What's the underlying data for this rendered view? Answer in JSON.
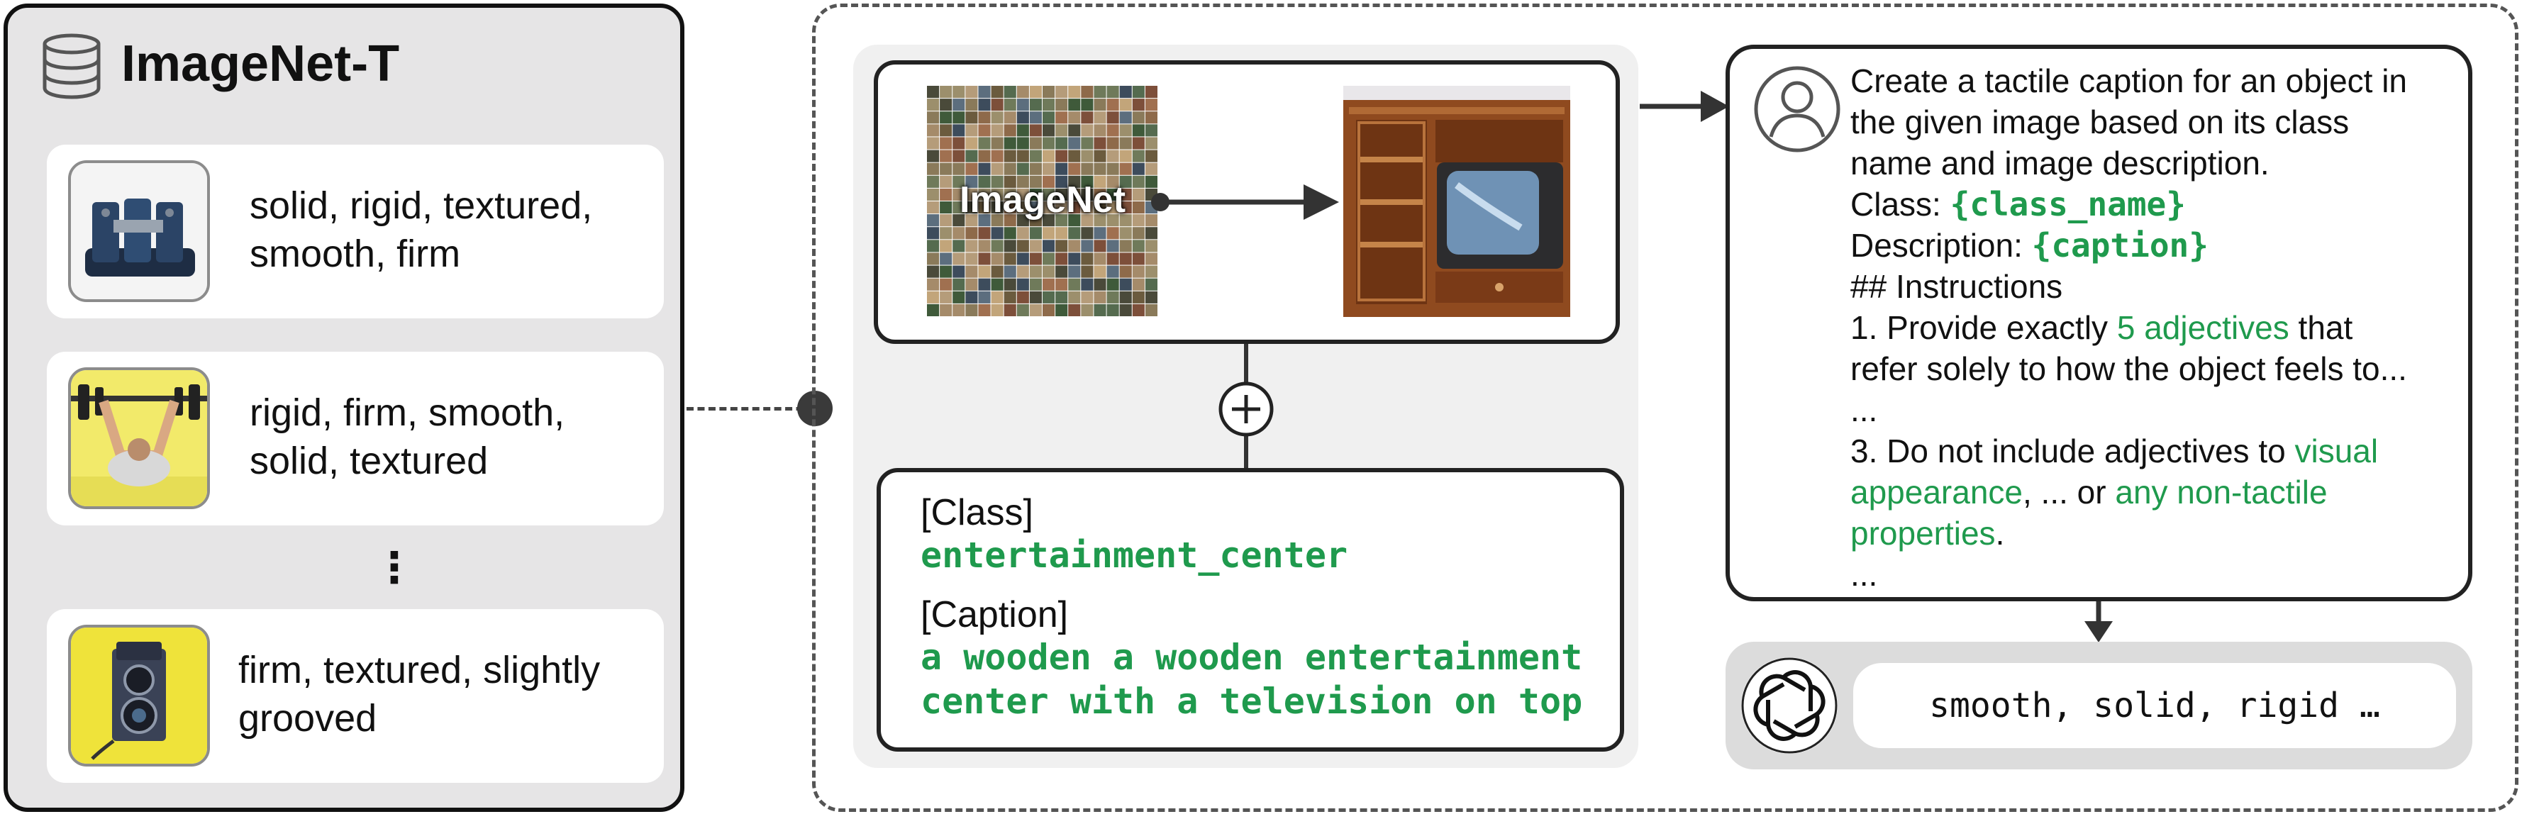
{
  "left_panel": {
    "title": "ImageNet-T",
    "cards": [
      {
        "text": "solid, rigid, textured, smooth, firm"
      },
      {
        "text": "rigid, firm, smooth, solid, textured"
      },
      {
        "text": "firm, textured, slightly grooved"
      }
    ],
    "ellipsis": "⋮"
  },
  "pipeline": {
    "mosaic_label": "ImageNet",
    "caption_box": {
      "class_label": "[Class]",
      "class_value": "entertainment_center",
      "caption_label": "[Caption]",
      "caption_line1": "a wooden a wooden entertainment",
      "caption_line2": "center with a television on top"
    }
  },
  "prompt": {
    "line1": "Create a tactile caption for an object in",
    "line2": "the given image based on its class",
    "line3": "name and image description.",
    "class_prefix": "Class: ",
    "class_var": "{class_name}",
    "desc_prefix": "Description: ",
    "desc_var": "{caption}",
    "instructions": "## Instructions",
    "item1_prefix": "1. Provide exactly ",
    "item1_highlight": "5 adjectives",
    "item1_suffix": " that",
    "item1_line2": "refer solely to how the object feels to...",
    "ellipsis1": "...",
    "item3_prefix": "3. Do not include adjectives to ",
    "item3_highlight1a": "visual",
    "item3_highlight1b": "appearance",
    "item3_mid": ", ... or ",
    "item3_highlight2a": "any non-tactile",
    "item3_highlight2b": "properties",
    "item3_end": ".",
    "ellipsis2": "..."
  },
  "output": {
    "text": "smooth, solid, rigid …"
  },
  "colors": {
    "accent_green": "#1f9a4d",
    "panel_gray": "#e6e5e6",
    "border_dark": "#222222"
  }
}
